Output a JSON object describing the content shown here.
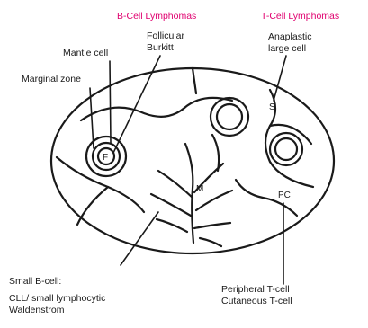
{
  "headers": {
    "b_cell": "B-Cell Lymphomas",
    "t_cell": "T-Cell Lymphomas"
  },
  "labels": {
    "mantle_cell": "Mantle cell",
    "follicular_line1": "Follicular",
    "follicular_line2": "Burkitt",
    "marginal_zone": "Marginal zone",
    "anaplastic_line1": "Anaplastic",
    "anaplastic_line2": "large cell",
    "small_b_line1": "Small B-cell:",
    "small_b_line2": "CLL/ small lymphocytic",
    "small_b_line3": "Waldenstrom",
    "peripheral_line1": "Peripheral T-cell",
    "peripheral_line2": "Cutaneous T-cell"
  },
  "region_labels": {
    "follicle": "F",
    "medulla": "M",
    "sinus": "S",
    "paracortex": "PC"
  },
  "colors": {
    "header": "#e0006f",
    "line": "#1a1a1a"
  }
}
